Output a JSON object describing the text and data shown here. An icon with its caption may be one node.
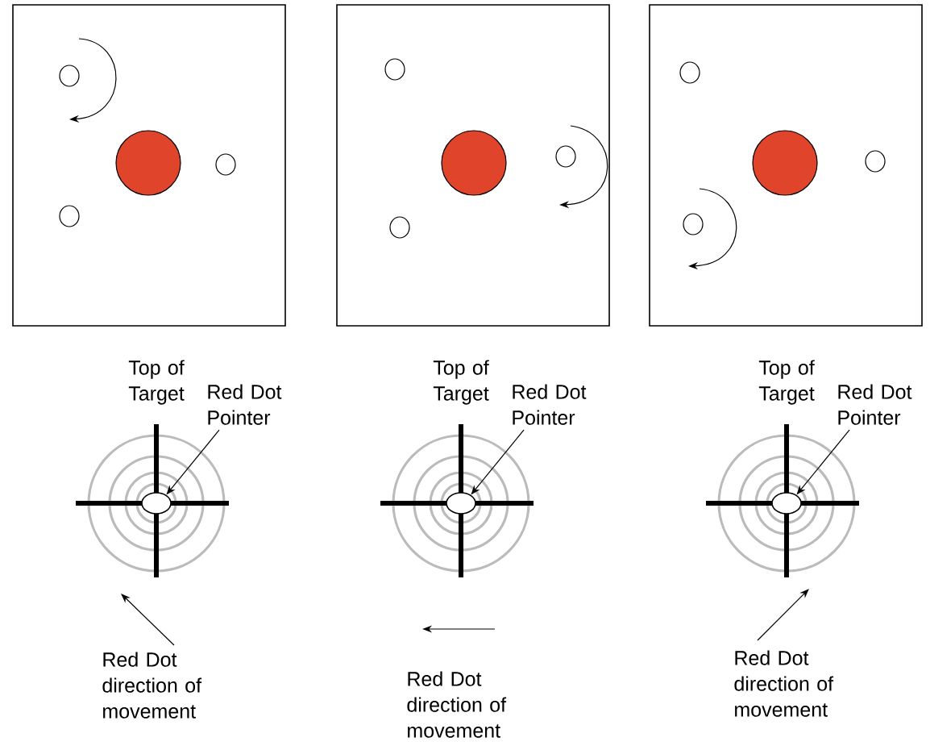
{
  "diagram": {
    "nodes": [
      {
        "text": [
          "Red Dot Pointer"
        ]
      },
      {
        "text": [],
        "shape": "circle"
      },
      {
        "text": [
          "Red Dot Pointer"
        ]
      },
      {
        "text": [],
        "shape": "circle"
      },
      {
        "text": [
          "Red Dot Pointer"
        ]
      },
      {
        "text": [],
        "shape": "circle"
      }
    ],
    "edges": [
      {
        "from": 0,
        "to": 1,
        "arrow": "to"
      },
      {
        "from": 2,
        "to": 3,
        "arrow": "to"
      },
      {
        "from": 4,
        "to": 5,
        "arrow": "to"
      }
    ],
    "labels": [
      "Top of Target",
      "Top of Target",
      "Top of Target",
      "Red Dot direction of movement",
      "Red Dot direction of movement",
      "Red Dot direction of movement"
    ]
  }
}
